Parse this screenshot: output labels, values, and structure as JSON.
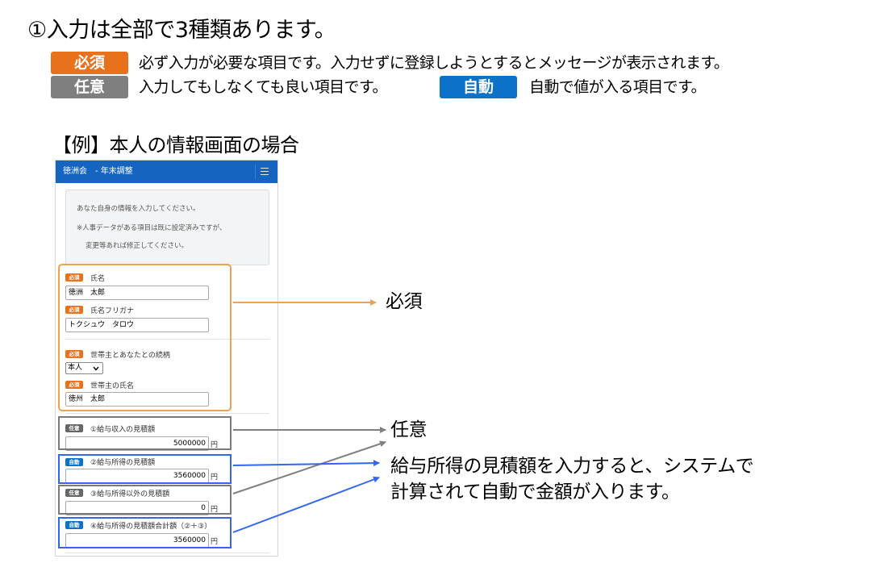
{
  "slide": {
    "title": "①入力は全部で3種類あります。",
    "legend": [
      {
        "badge": "必須",
        "color": "#e8711c",
        "text": "必ず入力が必要な項目です。入力せずに登録しようとするとメッセージが表示されます。"
      },
      {
        "badge": "任意",
        "color": "#7f7f7f",
        "text": "入力してもしなくても良い項目です。"
      },
      {
        "badge": "自動",
        "color": "#0b72c8",
        "text": "自動で値が入る項目です。"
      }
    ],
    "example_title": "【例】本人の情報画面の場合"
  },
  "app": {
    "header_title": "徳洲会　- 年末調整",
    "menu_icon": "hamburger-icon",
    "info_lines": [
      "あなた自身の情報を入力してください。",
      "※人事データがある項目は既に設定済みですが、",
      "変更等あれば修正してください。"
    ],
    "fields": {
      "name": {
        "badge": "必須",
        "label": "氏名",
        "value": "徳洲　太郎"
      },
      "kana": {
        "badge": "必須",
        "label": "氏名フリガナ",
        "value": "トクシュウ　タロウ"
      },
      "relation": {
        "badge": "必須",
        "label": "世帯主とあなたとの続柄",
        "value": "本人"
      },
      "head_name": {
        "badge": "必須",
        "label": "世帯主の氏名",
        "value": "徳州　太郎"
      },
      "income1": {
        "badge": "任意",
        "label": "①給与収入の見積額",
        "value": "5000000",
        "unit": "円"
      },
      "income2": {
        "badge": "自動",
        "label": "②給与所得の見積額",
        "value": "3560000",
        "unit": "円"
      },
      "income3": {
        "badge": "任意",
        "label": "③給与所得以外の見積額",
        "value": "0",
        "unit": "円"
      },
      "income4": {
        "badge": "自動",
        "label": "④給与所得の見積額合計額（②＋③）",
        "value": "3560000",
        "unit": "円"
      }
    }
  },
  "annotations": {
    "required": "必須",
    "optional": "任意",
    "auto_line1": "給与所得の見積額を入力すると、システムで",
    "auto_line2": "計算されて自動で金額が入ります。"
  },
  "colors": {
    "required": "#e8711c",
    "required_frame": "#f0a050",
    "optional": "#7f7f7f",
    "optional_frame": "#7a7a7a",
    "auto": "#0b72c8",
    "auto_frame": "#3366ee",
    "header": "#1565c0"
  }
}
